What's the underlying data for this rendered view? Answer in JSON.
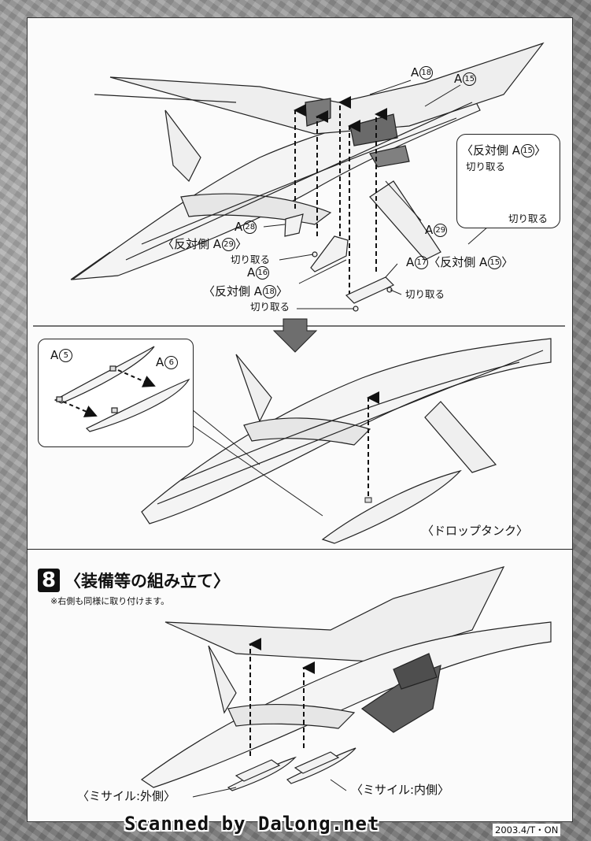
{
  "top": {
    "a18": "A",
    "a18_num": "18",
    "a15": "A",
    "a15_num": "15",
    "a28": "A",
    "a28_num": "28",
    "a29": "A",
    "a29_num": "29",
    "hantai_a29": "〈反対側 A",
    "hantai_a29_num": "29",
    "hantai_a29_close": "〉",
    "kiritoru_1": "切り取る",
    "a16": "A",
    "a16_num": "16",
    "hantai_a18": "〈反対側 A",
    "hantai_a18_num": "18",
    "hantai_a18_close": "〉",
    "kiritoru_2": "切り取る",
    "a17": "A",
    "a17_num": "17",
    "hantai_a15_b": "〈反対側 A",
    "hantai_a15_b_num": "15",
    "hantai_a15_b_close": "〉",
    "kiritoru_3": "切り取る",
    "callout": {
      "title": "〈反対側 A",
      "title_num": "15",
      "title_close": "〉",
      "kiritoru_a": "切り取る",
      "kiritoru_b": "切り取る"
    }
  },
  "middle": {
    "inset_a5": "A",
    "inset_a5_num": "5",
    "inset_a6": "A",
    "inset_a6_num": "6",
    "drop_tank": "〈ドロップタンク〉"
  },
  "step8": {
    "number": "8",
    "title": "〈装備等の組み立て〉",
    "note": "※右側も同様に取り付けます。",
    "missile_outer": "〈ミサイル:外側〉",
    "missile_inner": "〈ミサイル:内側〉"
  },
  "footer": {
    "watermark": "Scanned by Dalong.net",
    "date": "2003.4/T・ON"
  }
}
